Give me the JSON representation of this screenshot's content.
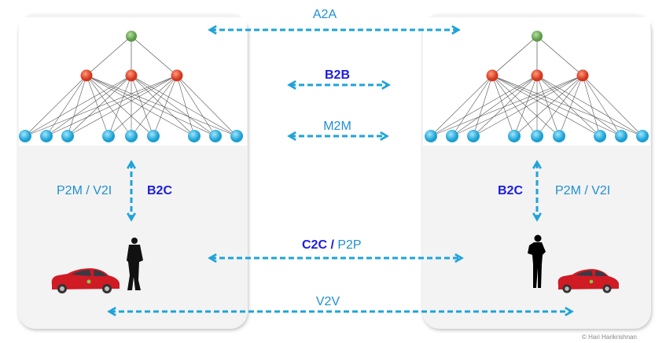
{
  "labels": {
    "a2a": "A2A",
    "b2b": "B2B",
    "m2m": "M2M",
    "left_p2m_v2i": "P2M / V2I",
    "left_b2c": "B2C",
    "right_b2c": "B2C",
    "right_p2m_v2i": "P2M / V2I",
    "c2c": "C2C",
    "c2c_sep": " / ",
    "p2p": "P2P",
    "v2v": "V2V"
  },
  "copyright": "© Hari Harikrishnan",
  "colors": {
    "arrow": "#1ea3da",
    "label": "#1f8fd3",
    "label_bold": "#1c1ce0",
    "panel": "#f3f3f3",
    "node_output": "#6cae55",
    "node_hidden": "#e0452d",
    "node_input": "#26b0e0"
  },
  "network": {
    "inputs": 9,
    "hidden": 3,
    "outputs": 1
  }
}
